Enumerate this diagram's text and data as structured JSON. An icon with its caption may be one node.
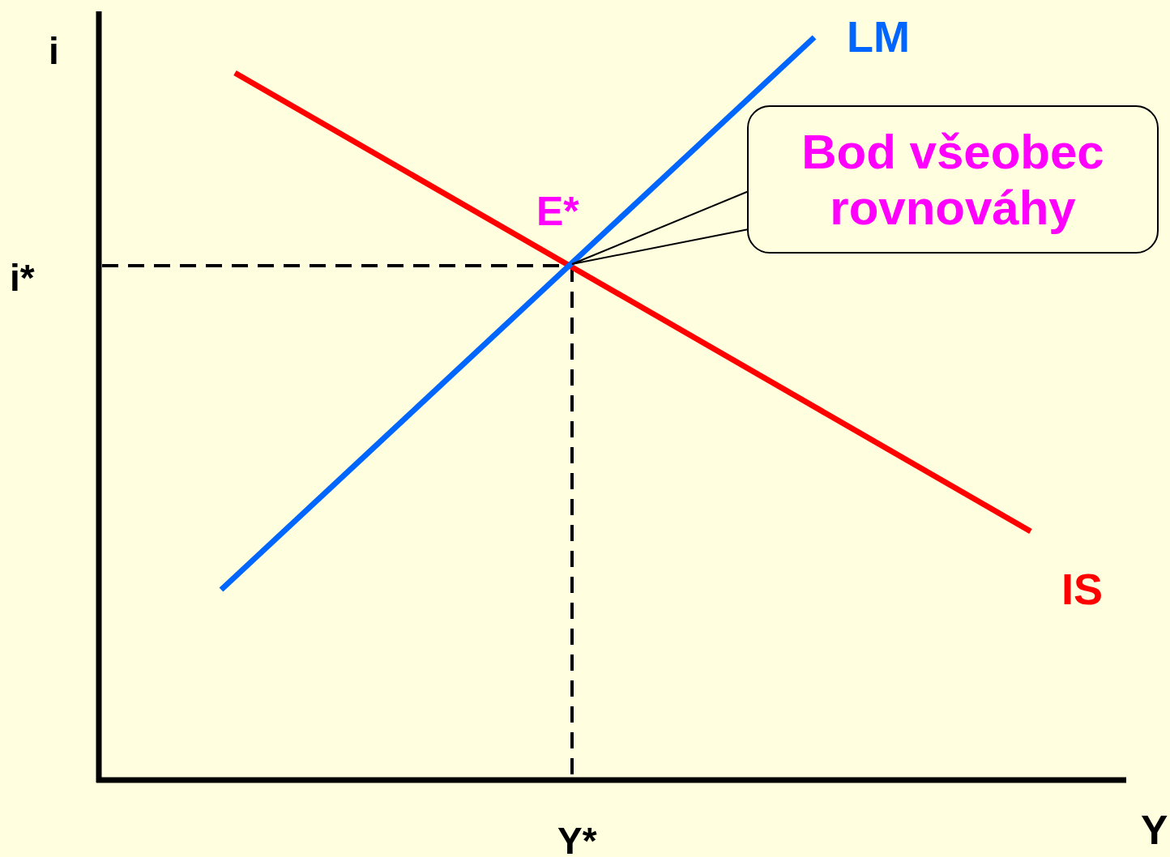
{
  "diagram": {
    "nodes": [
      {
        "text": [
          "Bod všeobec rovnováhy"
        ]
      }
    ],
    "labels": [
      "i",
      "LM",
      "E*",
      "i*",
      "IS",
      "Y*",
      "Y"
    ]
  }
}
